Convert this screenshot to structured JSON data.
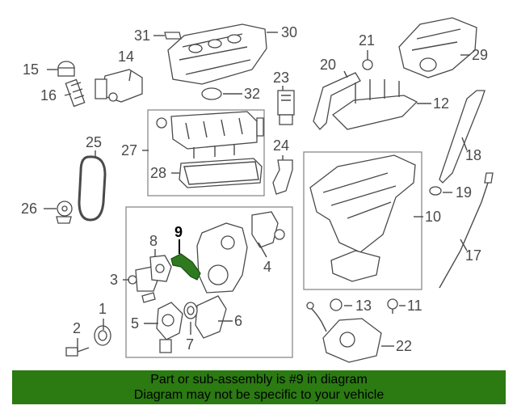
{
  "callouts": [
    "1",
    "2",
    "3",
    "4",
    "5",
    "6",
    "7",
    "8",
    "9",
    "10",
    "11",
    "12",
    "13",
    "14",
    "15",
    "16",
    "17",
    "18",
    "19",
    "20",
    "21",
    "22",
    "23",
    "24",
    "25",
    "26",
    "27",
    "28",
    "29",
    "30",
    "31",
    "32"
  ],
  "highlighted_part": "9",
  "colors": {
    "banner_bg": "#2b7a12",
    "highlight_part": "#2f7a1f"
  },
  "banner": {
    "line1": "Part or sub-assembly is #9 in diagram",
    "line2": "Diagram may not be specific to your vehicle"
  }
}
